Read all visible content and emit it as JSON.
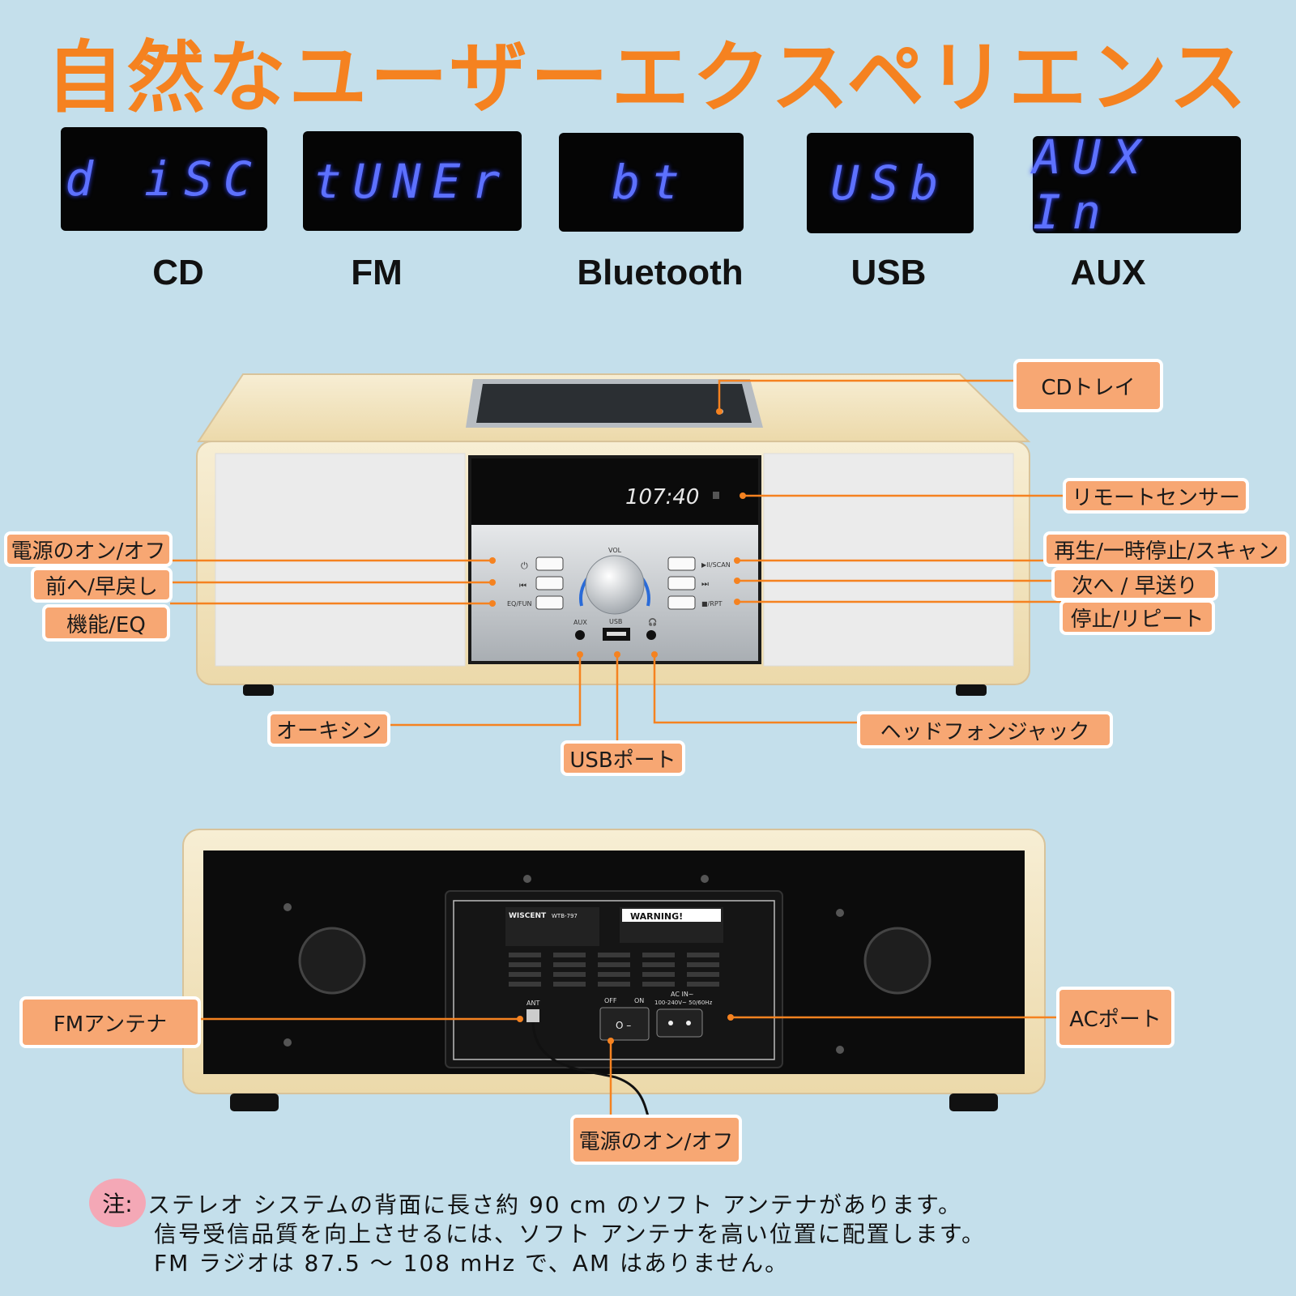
{
  "title": "自然なユーザーエクスペリエンス",
  "modes": [
    {
      "display": "d iSC",
      "label": "CD"
    },
    {
      "display": "tUNEr",
      "label": "FM"
    },
    {
      "display": "bt",
      "label": "Bluetooth"
    },
    {
      "display": "USb",
      "label": "USB"
    },
    {
      "display": "AUX In",
      "label": "AUX"
    }
  ],
  "front": {
    "clock": "107:40",
    "panel_labels": {
      "vol": "VOL",
      "aux": "AUX",
      "usb": "USB",
      "eq": "EQ/FUN",
      "play": "▶II/SCAN",
      "rpt": "■/RPT"
    },
    "callouts": {
      "cd_tray": "CDトレイ",
      "remote_sensor": "リモートセンサー",
      "power": "電源のオン/オフ",
      "prev": "前へ/早戻し",
      "eq": "機能/EQ",
      "play": "再生/一時停止/スキャン",
      "next": "次へ / 早送り",
      "stop": "停止/リピート",
      "aux": "オーキシン",
      "usb": "USBポート",
      "headphone": "ヘッドフォンジャック"
    }
  },
  "back": {
    "brand": "WISCENT",
    "model": "WTB-797",
    "warning": "WARNING!",
    "ant": "ANT",
    "off": "OFF",
    "on": "ON",
    "ac_in": "AC IN~",
    "ac_spec": "100-240V~ 50/60Hz",
    "callouts": {
      "fm_antenna": "FMアンテナ",
      "ac_port": "ACポート",
      "power": "電源のオン/オフ"
    }
  },
  "note": {
    "badge": "注:",
    "lines": [
      "ステレオ システムの背面に長さ約 90 cm のソフト アンテナがあります。",
      "信号受信品質を向上させるには、ソフト アンテナを高い位置に配置します。",
      "FM ラジオは 87.5 ～ 108 mHz で、AM はありません。"
    ]
  },
  "colors": {
    "background": "#c4dfeb",
    "accent": "#f58220",
    "callout": "#f7a773",
    "display_text": "#5d71ff",
    "wood": "#f4e8c8"
  }
}
